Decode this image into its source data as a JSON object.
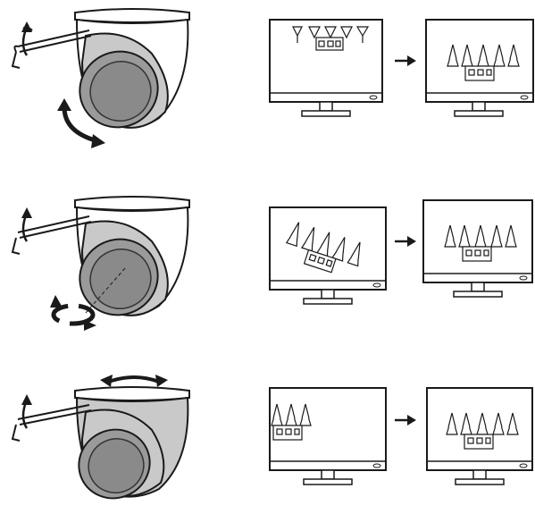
{
  "colors": {
    "outline": "#1a1a1a",
    "lens_fill": "#9a9a9a",
    "lens_dark": "#6f6f6f",
    "shroud_fill": "#c9c9c9",
    "body_fill": "#ffffff",
    "background": "#ffffff"
  },
  "icons": {
    "hex_key": "hex-key-icon",
    "camera": "dome-camera-icon",
    "monitor": "monitor-icon",
    "arrow": "right-arrow-icon",
    "tilt": "curved-double-arrow-icon",
    "rotate": "rotation-arrow-icon",
    "pan": "horizontal-double-arrow-icon"
  },
  "steps": [
    {
      "id": "tilt",
      "adjustment": "tilt"
    },
    {
      "id": "rotate",
      "adjustment": "rotate"
    },
    {
      "id": "pan",
      "adjustment": "pan"
    }
  ]
}
